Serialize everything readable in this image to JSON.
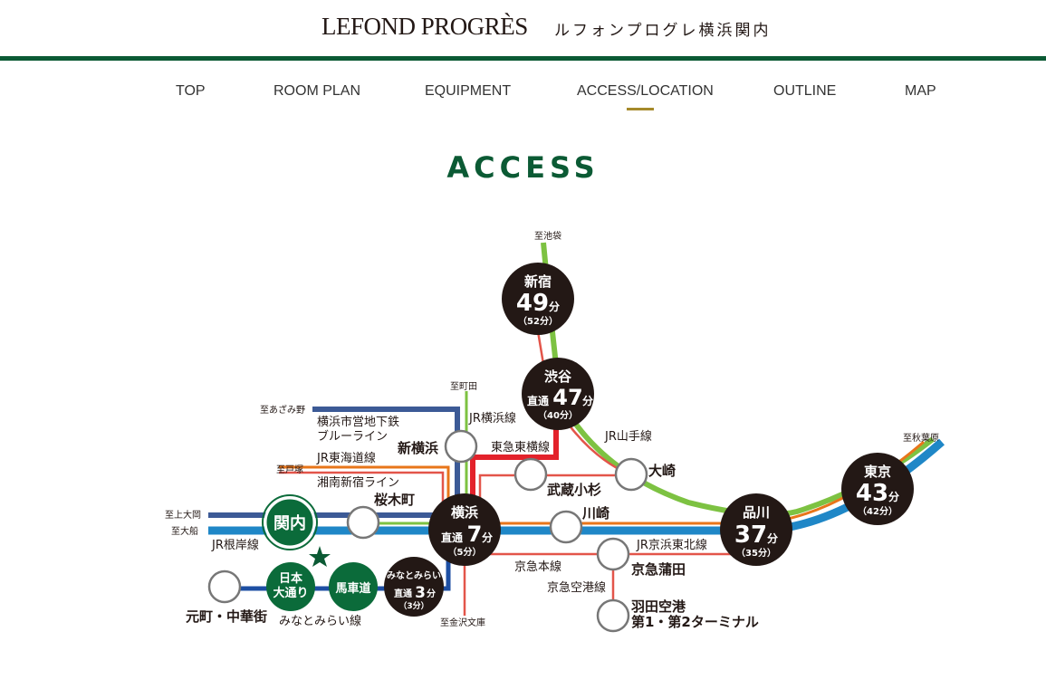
{
  "header": {
    "logo_en": "LEFOND PROGRÈS",
    "logo_ja": "ルフォンプログレ横浜関内",
    "accent_color": "#0b5a34"
  },
  "nav": {
    "items": [
      {
        "label": "TOP"
      },
      {
        "label": "ROOM PLAN"
      },
      {
        "label": "EQUIPMENT"
      },
      {
        "label": "ACCESS/LOCATION",
        "active": true
      },
      {
        "label": "OUTLINE"
      },
      {
        "label": "MAP"
      }
    ],
    "active_indicator_color": "#a58a2b"
  },
  "page": {
    "title": "ACCESS"
  },
  "route_map": {
    "origin_station": "関内",
    "destinations": {
      "to_ikebukuro": "至池袋",
      "to_machida": "至町田",
      "to_azamino": "至あざみ野",
      "to_totsuka": "至戸塚",
      "to_kamiooka": "至上大岡",
      "to_ofuna": "至大船",
      "to_kanazawabunko": "至金沢文庫",
      "to_akihabara": "至秋葉原"
    },
    "lines": {
      "blue_line": "横浜市営地下鉄",
      "blue_line_2": "ブルーライン",
      "jr_yokohama": "JR横浜線",
      "jr_tokaido": "JR東海道線",
      "shonan_shinjuku": "湘南新宿ライン",
      "jr_negishi": "JR根岸線",
      "minatomirai": "みなとみらい線",
      "tokyu_toyoko": "東急東横線",
      "jr_yamanote": "JR山手線",
      "keikyu_main": "京急本線",
      "keikyu_airport": "京急空港線",
      "jr_keihin_tohoku": "JR京浜東北線"
    },
    "line_colors": {
      "yamanote": "#7dc242",
      "tokaido": "#e8751a",
      "keihin_tohoku": "#1f87c7",
      "blue_line": "#3c5a96",
      "toyoko": "#e3222b",
      "keikyu": "#e3554a",
      "minatomirai": "#1d4fa3",
      "yokohama_line": "#7dc242"
    },
    "hub_stations": {
      "shinjuku": {
        "name": "新宿",
        "time": "49",
        "unit": "分",
        "alt": "（52分）"
      },
      "shibuya": {
        "name": "渋谷",
        "prefix": "直通",
        "time": "47",
        "unit": "分",
        "alt": "（40分）"
      },
      "yokohama": {
        "name": "横浜",
        "prefix": "直通",
        "time": "7",
        "unit": "分",
        "alt": "（5分）"
      },
      "shinagawa": {
        "name": "品川",
        "time": "37",
        "unit": "分",
        "alt": "（35分）"
      },
      "tokyo": {
        "name": "東京",
        "time": "43",
        "unit": "分",
        "alt": "（42分）"
      },
      "minatomirai": {
        "name": "みなとみらい",
        "prefix": "直通",
        "time": "3",
        "unit": "分",
        "alt": "（3分）"
      }
    },
    "green_stations": {
      "kannai": "関内",
      "nihon_odori_1": "日本",
      "nihon_odori_2": "大通り",
      "bashamichi": "馬車道"
    },
    "stations": {
      "shin_yokohama": "新横浜",
      "sakuragicho": "桜木町",
      "musashi_kosugi": "武蔵小杉",
      "osaki": "大崎",
      "kawasaki": "川崎",
      "keikyu_kamata": "京急蒲田",
      "haneda_1": "羽田空港",
      "haneda_2": "第1・第2ターミナル",
      "motomachi": "元町・中華街"
    }
  }
}
